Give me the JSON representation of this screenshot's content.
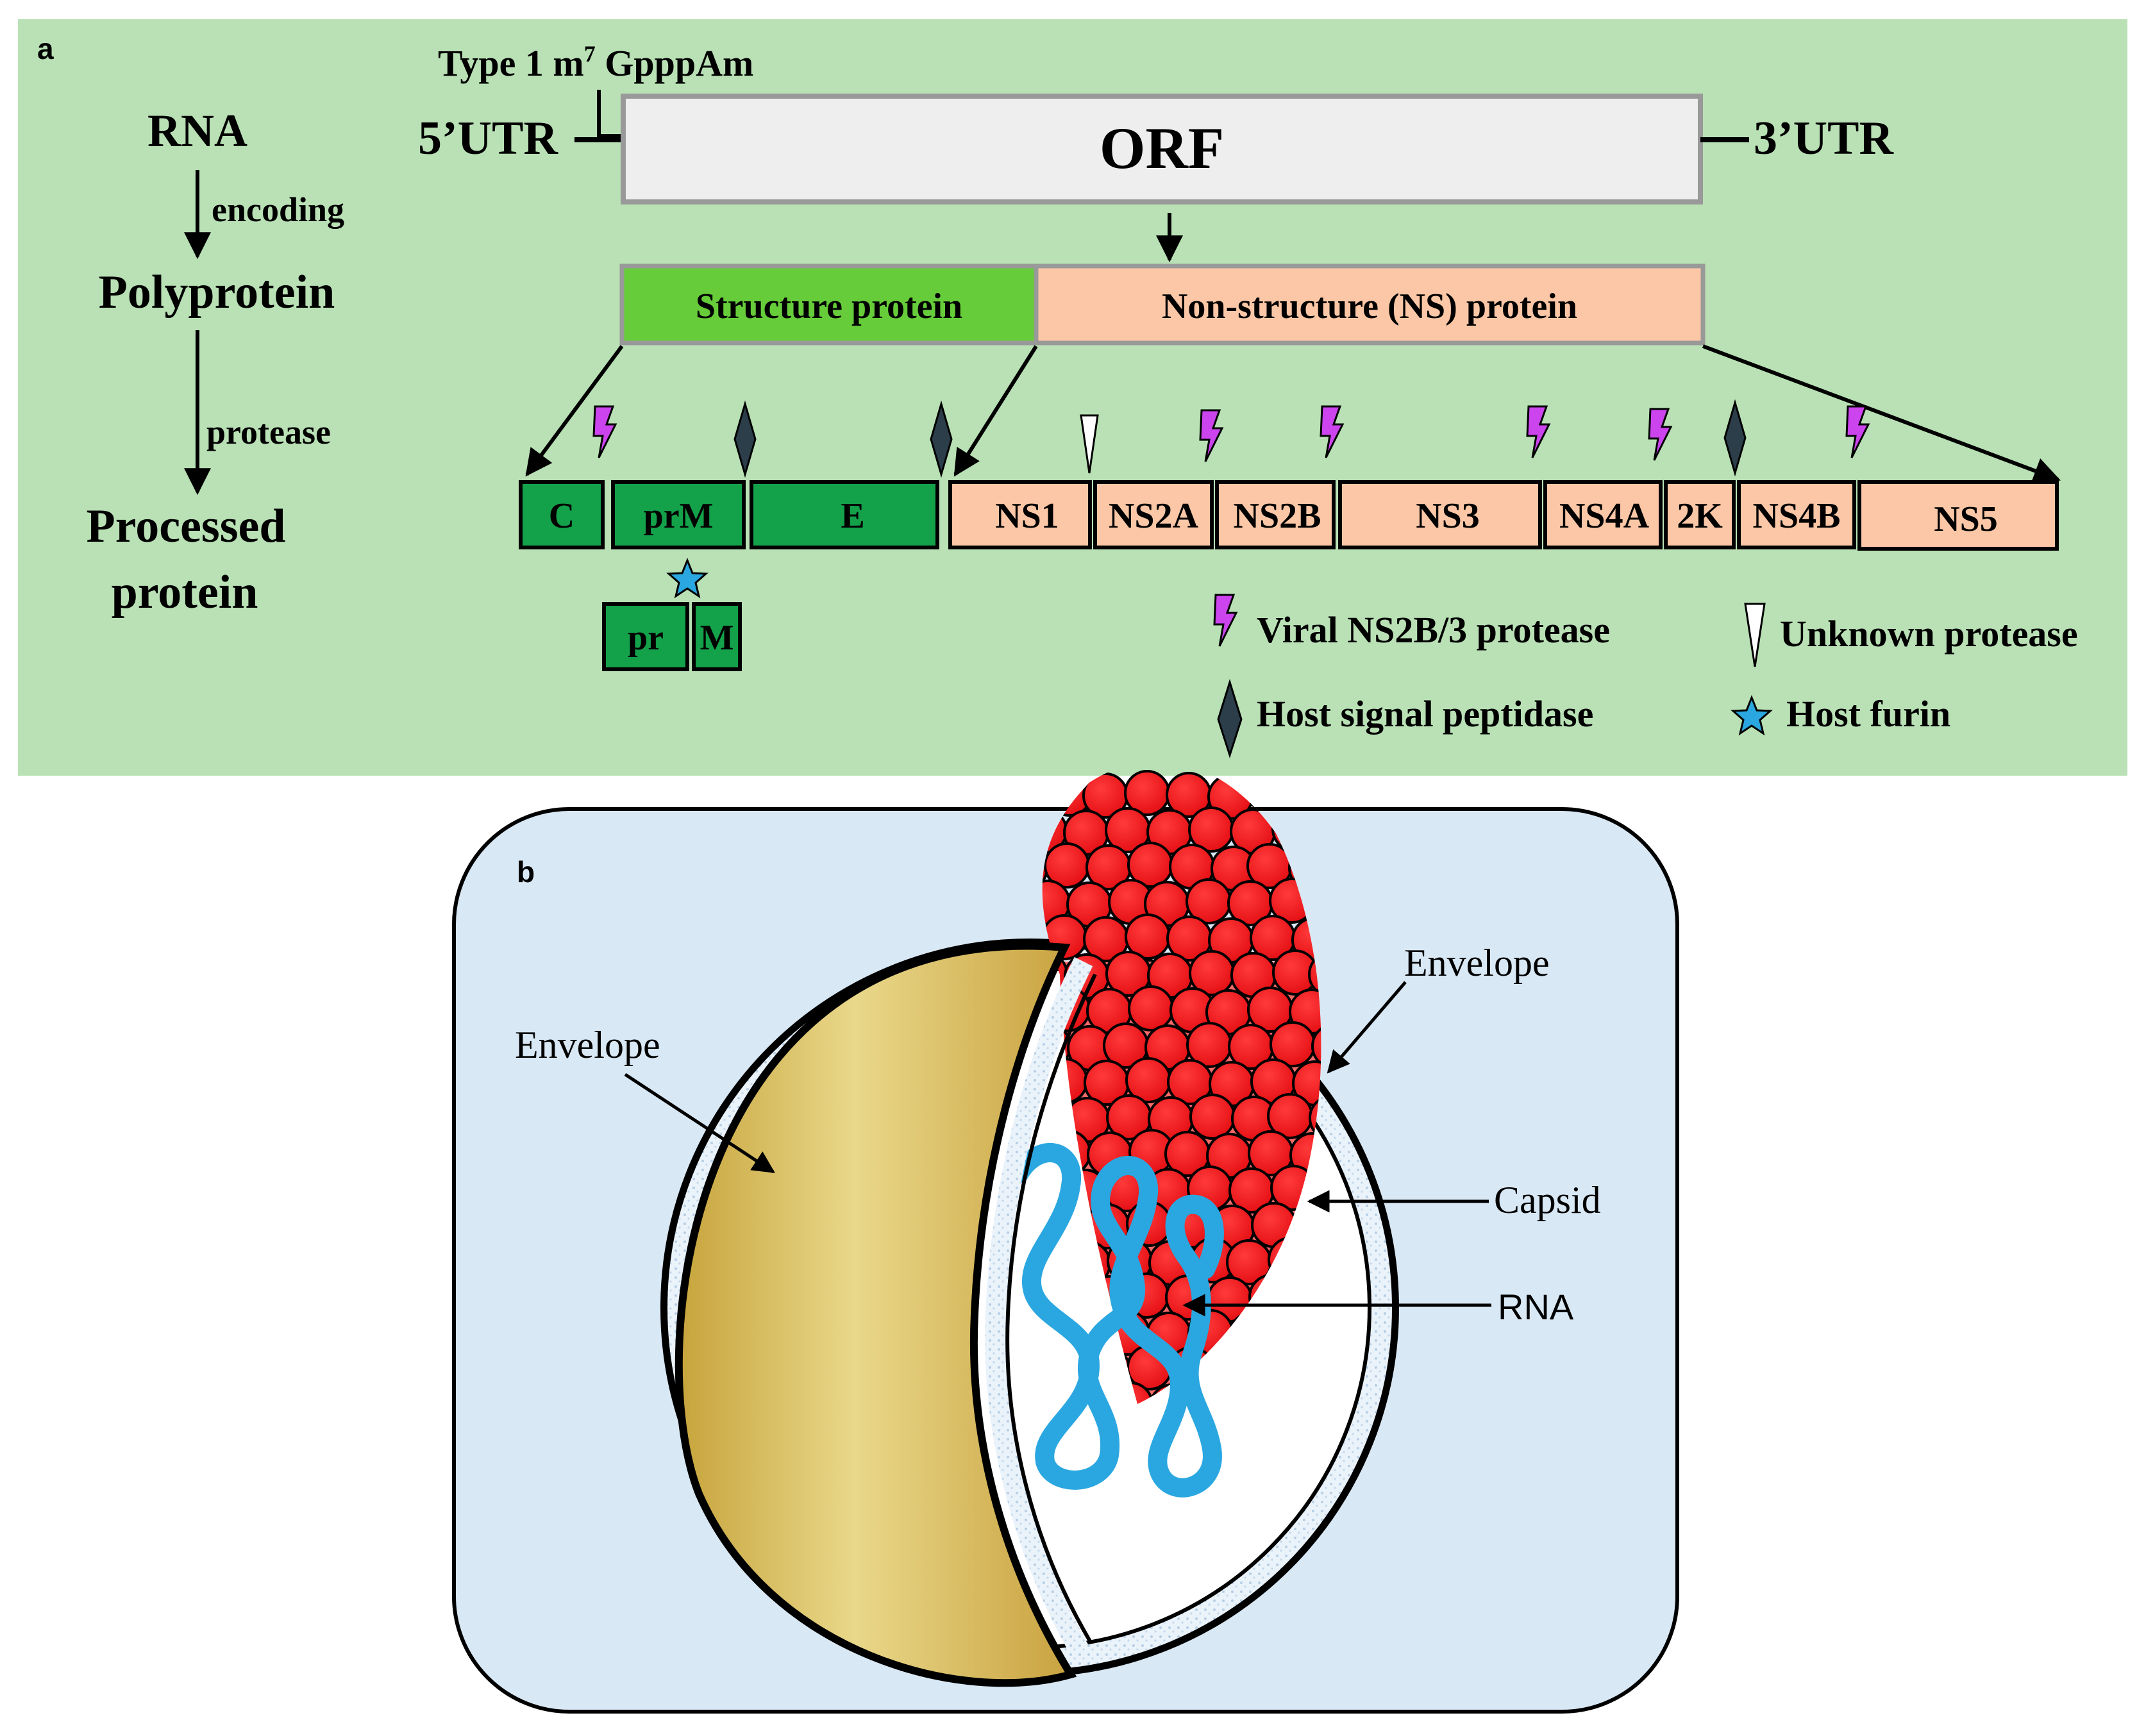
{
  "panel_a": {
    "label": "a",
    "flow": {
      "rna": "RNA",
      "encoding": "encoding",
      "polyprotein": "Polyprotein",
      "protease": "protease",
      "processed_line1": "Processed",
      "processed_line2": "protein"
    },
    "genome": {
      "cap": "Type 1 m",
      "cap_sup": "7",
      "cap_tail": " GpppAm",
      "utr5": "5’UTR",
      "orf": "ORF",
      "utr3": "3’UTR"
    },
    "polyprotein": {
      "structure": "Structure protein",
      "nonstructure": "Non-structure (NS) protein"
    },
    "proteins": [
      "C",
      "prM",
      "E",
      "NS1",
      "NS2A",
      "NS2B",
      "NS3",
      "NS4A",
      "2K",
      "NS4B",
      "NS5"
    ],
    "prm_products": [
      "pr",
      "M"
    ],
    "legend": {
      "viral": "Viral NS2B/3 protease",
      "host_signal": "Host signal peptidase",
      "unknown": "Unknown protease",
      "furin": "Host furin"
    },
    "colors": {
      "background": "#b9e1b5",
      "structure": "#66cc3a",
      "structure_processed": "#13a14a",
      "nonstructure": "#fbc7a6",
      "orf_box": "#eeeeee",
      "viral_protease": "#cc44ee",
      "signal_peptidase": "#2c3e4a",
      "furin": "#2aa7e0"
    }
  },
  "panel_b": {
    "label": "b",
    "labels": {
      "envelope_left": "Envelope",
      "envelope_right": "Envelope",
      "capsid": "Capsid",
      "rna": "RNA"
    },
    "colors": {
      "background": "#d9e8f5",
      "envelope": "#d7b752",
      "capsid": "#e8161b",
      "rna": "#2aa7e0"
    }
  }
}
